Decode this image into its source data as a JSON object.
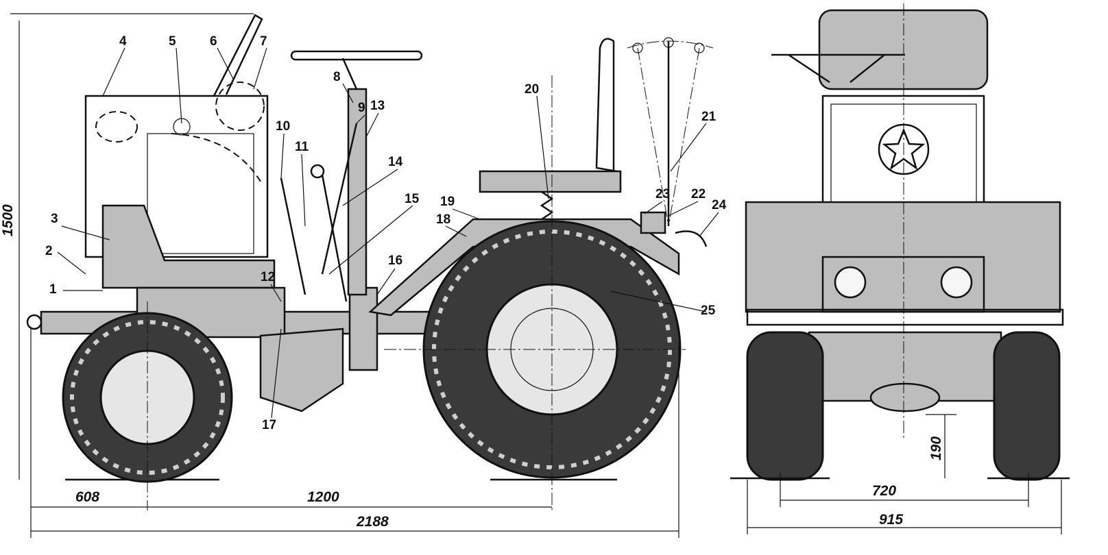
{
  "labels": {
    "l1": "1",
    "l2": "2",
    "l3": "3",
    "l4": "4",
    "l5": "5",
    "l6": "6",
    "l7": "7",
    "l8": "8",
    "l9": "9",
    "l10": "10",
    "l11": "11",
    "l12": "12",
    "l13": "13",
    "l14": "14",
    "l15": "15",
    "l16": "16",
    "l17": "17",
    "l18": "18",
    "l19": "19",
    "l20": "20",
    "l21": "21",
    "l22": "22",
    "l23": "23",
    "l24": "24",
    "l25": "25"
  },
  "dimensions": {
    "front_overhang": "608",
    "wheelbase": "1200",
    "overall_length": "2188",
    "overall_height": "1500",
    "track": "720",
    "overall_width": "915",
    "ground_clearance": "190"
  }
}
